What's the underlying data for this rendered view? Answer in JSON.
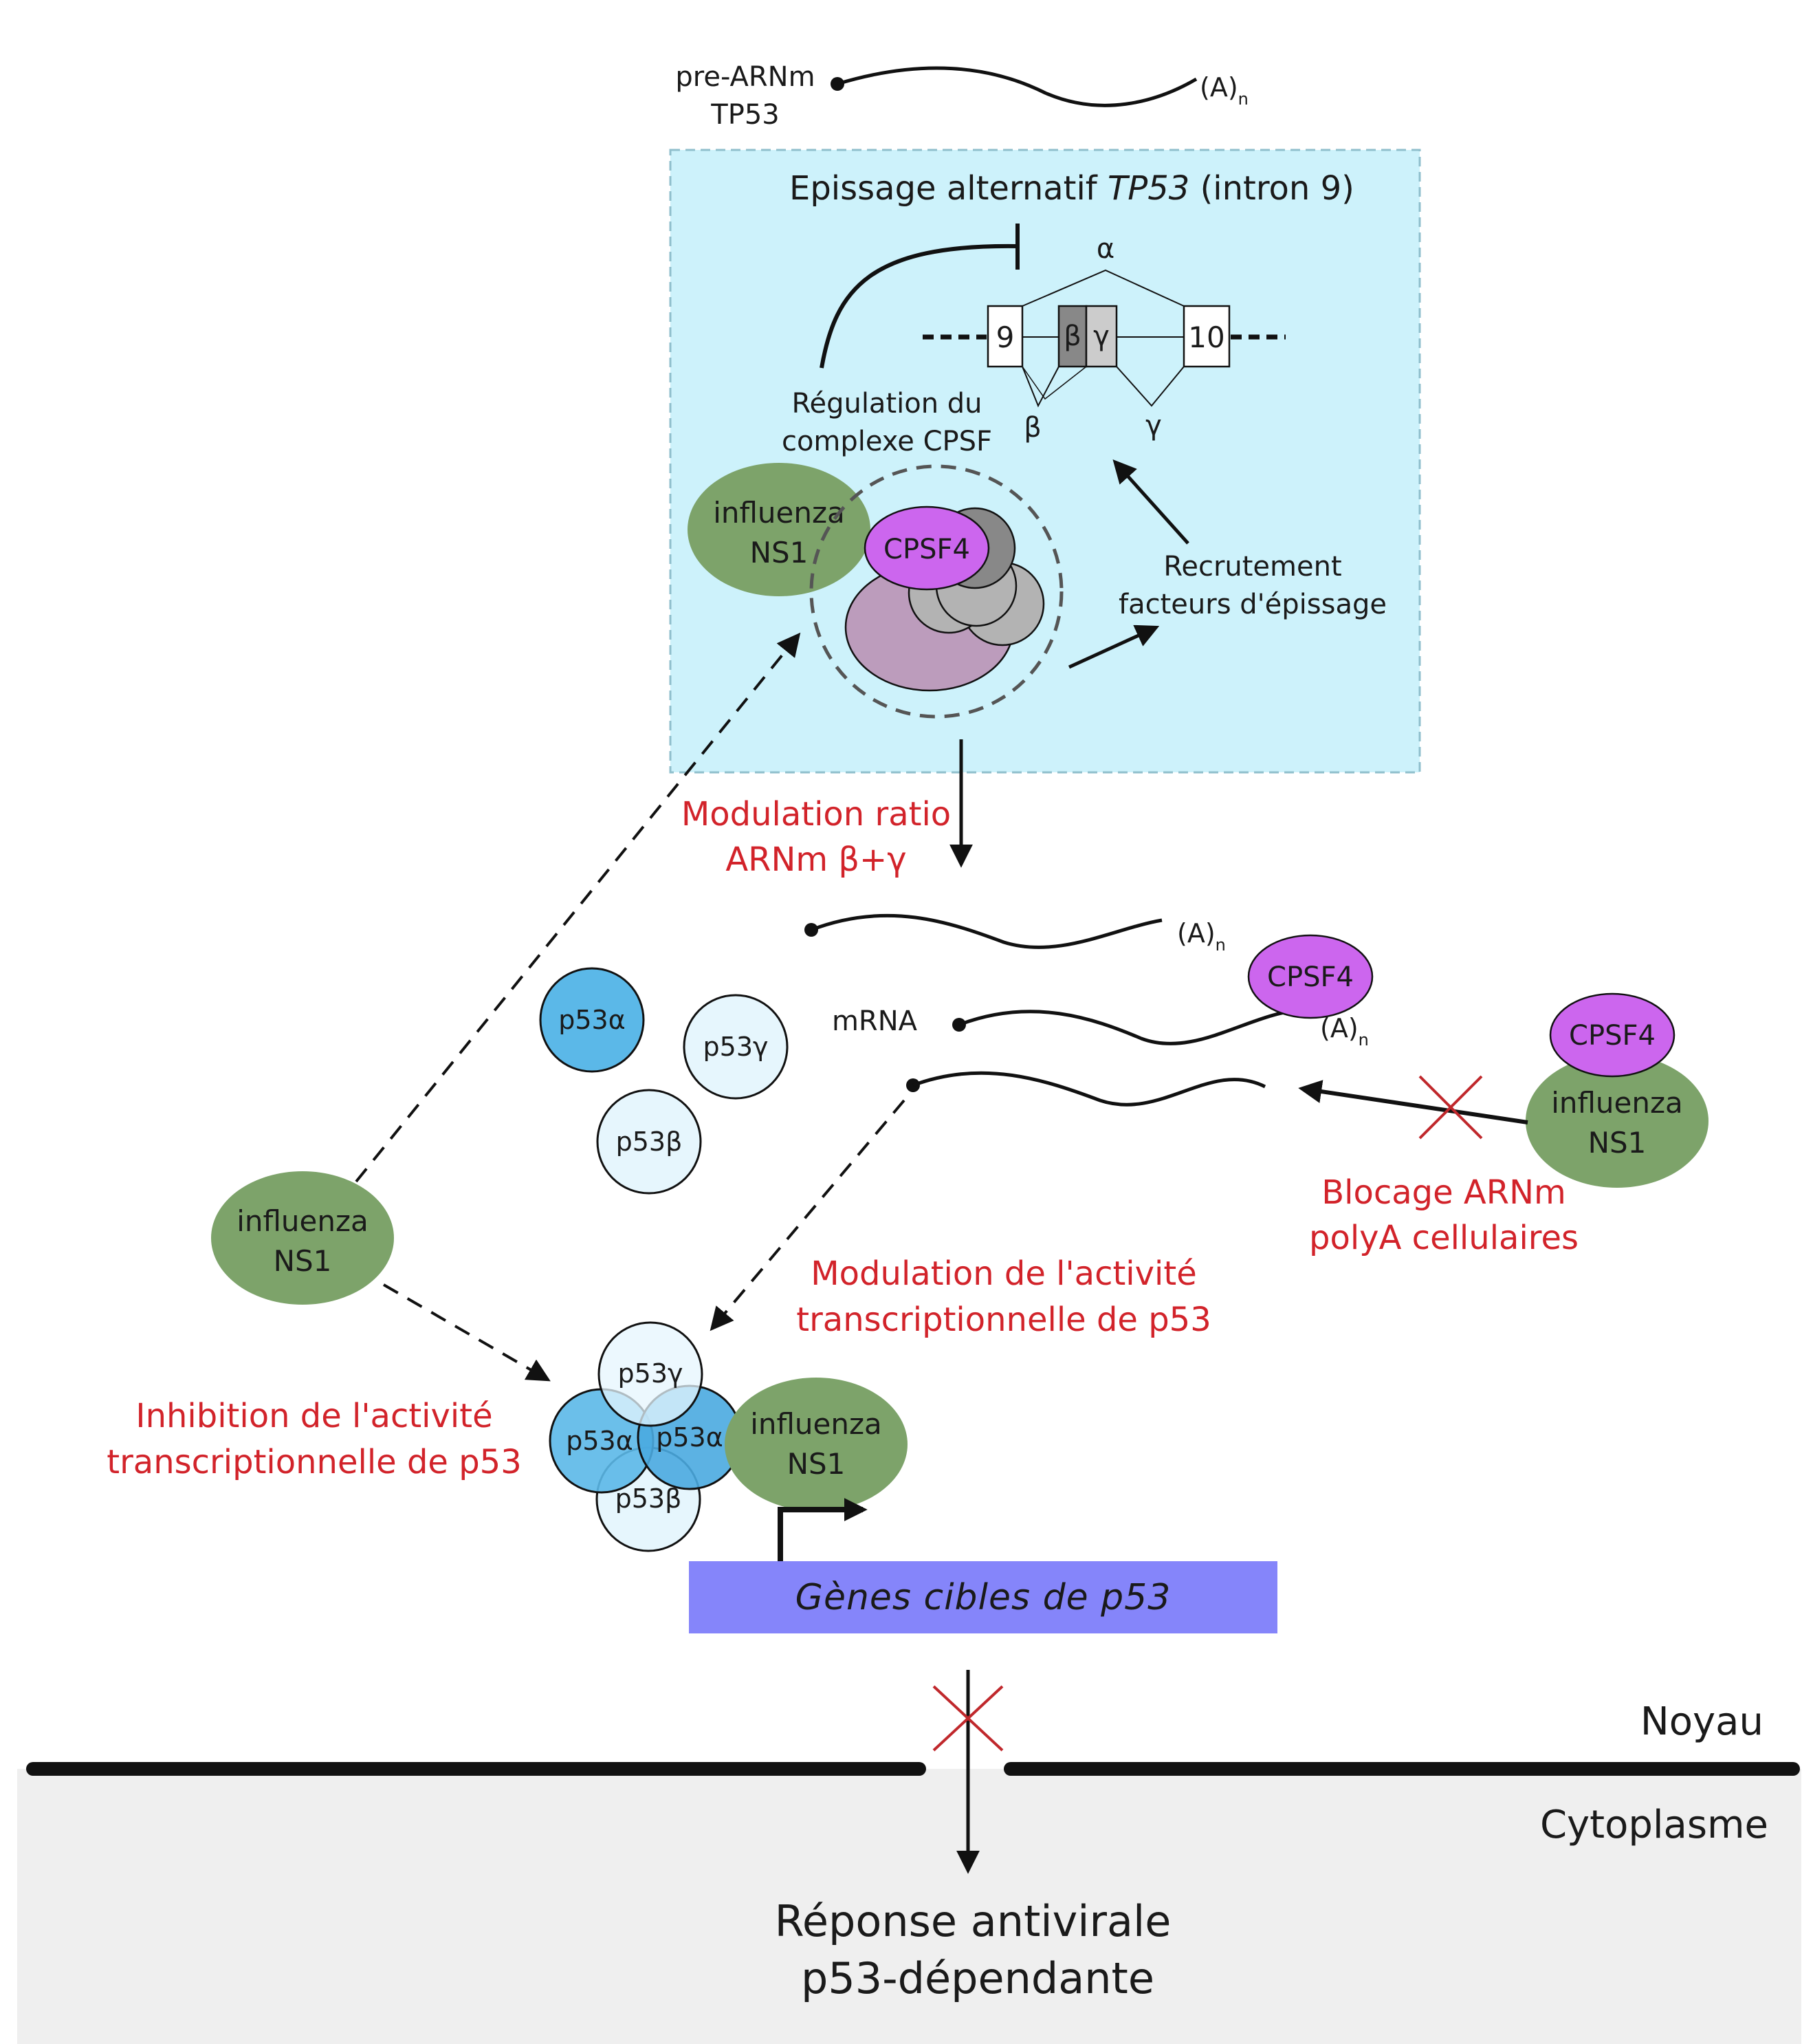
{
  "top": {
    "premrna_label": [
      "pre-ARNm",
      "TP53"
    ],
    "polya_base": "(A)",
    "polya_sub": "n"
  },
  "splicing_box": {
    "title_pre": "Epissage alternatif ",
    "title_gene": "TP53",
    "title_post": "  (intron 9)",
    "exon_9": "9",
    "exon_beta": "β",
    "exon_gamma": "γ",
    "exon_10": "10",
    "junction_alpha": "α",
    "junction_beta": "β",
    "junction_gamma": "γ",
    "regulation_label": [
      "Régulation du",
      "complexe CPSF"
    ],
    "recruitment_label": [
      "Recrutement",
      "facteurs d'épissage"
    ],
    "ns1_label": [
      "influenza",
      "NS1"
    ],
    "cpsf4_label": "CPSF4"
  },
  "middle": {
    "modulation_ratio": [
      "Modulation ratio",
      "ARNm β+γ"
    ],
    "mrna_label": "mRNA",
    "polya_base": "(A)",
    "polya_sub": "n",
    "cpsf4_on_mrna": "CPSF4",
    "isoforms": [
      "p53α",
      "p53γ",
      "p53β"
    ]
  },
  "right_block": {
    "cpsf4_label": "CPSF4",
    "ns1_label": [
      "influenza",
      "NS1"
    ],
    "blocage_label": [
      "Blocage ARNm",
      "polyA cellulaires"
    ]
  },
  "left_block": {
    "ns1_label": [
      "influenza",
      "NS1"
    ],
    "inhibition_label": [
      "Inhibition de l'activité",
      "transcriptionnelle de p53"
    ]
  },
  "lower": {
    "modulation_activity": [
      "Modulation de l'activité",
      "transcriptionnelle de p53"
    ],
    "complex_isoforms": [
      "p53γ",
      "p53α",
      "p53α",
      "p53β"
    ],
    "ns1_label": [
      "influenza",
      "NS1"
    ],
    "target_genes": "Gènes cibles de p53"
  },
  "compartments": {
    "nucleus": "Noyau",
    "cytoplasm": "Cytoplasme",
    "response": [
      "Réponse antivirale",
      "p53-dépendante"
    ]
  },
  "colors": {
    "splice_box_fill": "#cdf2fb",
    "splice_box_border": "#8fbfcc",
    "ns1": "#7da36a",
    "cpsf4": "#cc66ee",
    "p53_alpha": "#5bb8e8",
    "p53_light": "#e6f6fd",
    "target_gene_bar": "#8585fa",
    "red_text": "#d2232a",
    "cytoplasm": "#efefef"
  }
}
